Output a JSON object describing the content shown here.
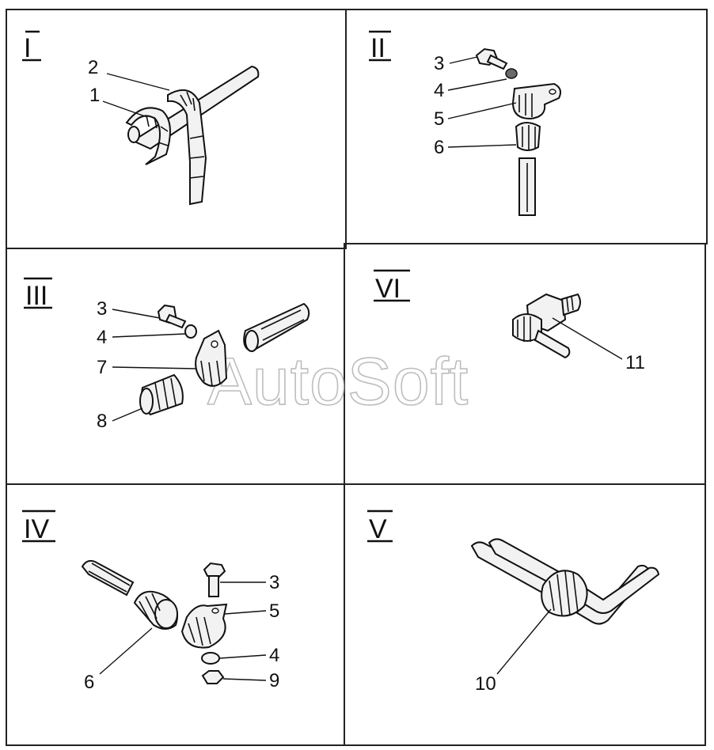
{
  "watermark": "AutoSoft",
  "panels": {
    "I": {
      "label": "I",
      "callouts": [
        "2",
        "1"
      ]
    },
    "II": {
      "label": "II",
      "callouts": [
        "3",
        "4",
        "5",
        "6"
      ]
    },
    "III": {
      "label": "III",
      "callouts": [
        "3",
        "4",
        "7",
        "8"
      ]
    },
    "VI": {
      "label": "VI",
      "callouts": [
        "11"
      ]
    },
    "IV": {
      "label": "IV",
      "callouts": [
        "3",
        "5",
        "4",
        "9",
        "6"
      ]
    },
    "V": {
      "label": "V",
      "callouts": [
        "10"
      ]
    }
  }
}
